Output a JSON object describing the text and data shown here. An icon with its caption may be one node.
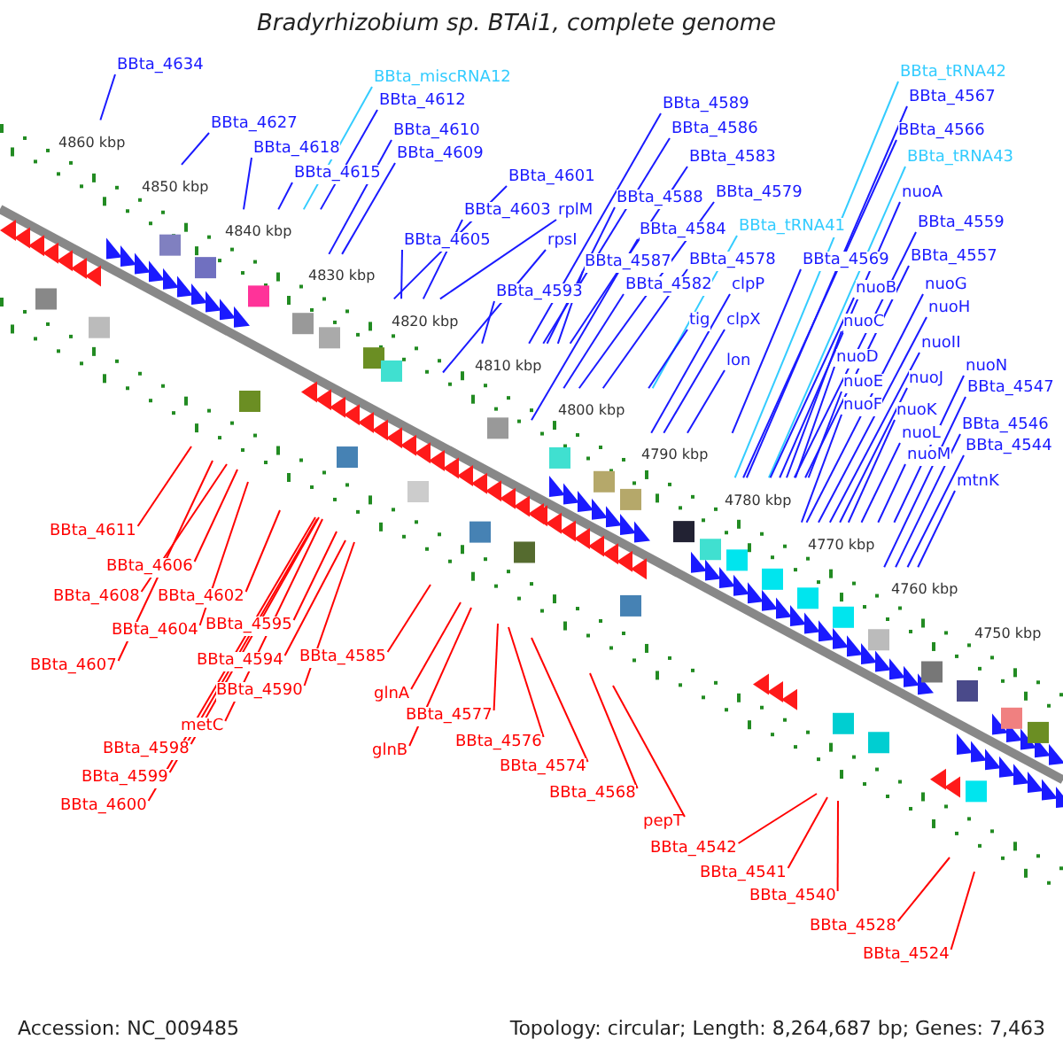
{
  "diagram": {
    "title": "Bradyrhizobium sp. BTAi1, complete genome",
    "nodes": [
      {
        "text": [
          "BBta_4634"
        ]
      },
      {
        "text": [
          "BBta_4627"
        ]
      },
      {
        "text": [
          "BBta_miscRNA12"
        ]
      },
      {
        "text": [
          "BBta_4612"
        ]
      },
      {
        "text": [
          "BBta_4618"
        ]
      },
      {
        "text": [
          "BBta_4610"
        ]
      },
      {
        "text": [
          "BBta_4615"
        ]
      },
      {
        "text": [
          "BBta_4609"
        ]
      },
      {
        "text": [
          "BBta_4601"
        ]
      },
      {
        "text": [
          "BBta_4603"
        ]
      },
      {
        "text": [
          "rplM"
        ]
      },
      {
        "text": [
          "BBta_4605"
        ]
      },
      {
        "text": [
          "rpsI"
        ]
      },
      {
        "text": [
          "BBta_4593"
        ]
      },
      {
        "text": [
          "BBta_4589"
        ]
      },
      {
        "text": [
          "BBta_4586"
        ]
      },
      {
        "text": [
          "BBta_4583"
        ]
      },
      {
        "text": [
          "BBta_4588"
        ]
      },
      {
        "text": [
          "BBta_4579"
        ]
      },
      {
        "text": [
          "BBta_4584"
        ]
      },
      {
        "text": [
          "BBta_tRNA41"
        ]
      },
      {
        "text": [
          "BBta_4587"
        ]
      },
      {
        "text": [
          "BBta_4578"
        ]
      },
      {
        "text": [
          "BBta_4582"
        ]
      },
      {
        "text": [
          "clpP"
        ]
      },
      {
        "text": [
          "tig"
        ]
      },
      {
        "text": [
          "clpX"
        ]
      },
      {
        "text": [
          "lon"
        ]
      },
      {
        "text": [
          "BBta_tRNA42"
        ]
      },
      {
        "text": [
          "BBta_4567"
        ]
      },
      {
        "text": [
          "BBta_4566"
        ]
      },
      {
        "text": [
          "BBta_tRNA43"
        ]
      },
      {
        "text": [
          "nuoA"
        ]
      },
      {
        "text": [
          "BBta_4559"
        ]
      },
      {
        "text": [
          "BBta_4569"
        ]
      },
      {
        "text": [
          "BBta_4557"
        ]
      },
      {
        "text": [
          "nuoB"
        ]
      },
      {
        "text": [
          "nuoG"
        ]
      },
      {
        "text": [
          "nuoC"
        ]
      },
      {
        "text": [
          "nuoH"
        ]
      },
      {
        "text": [
          "nuoII"
        ]
      },
      {
        "text": [
          "nuoD"
        ]
      },
      {
        "text": [
          "nuoJ"
        ]
      },
      {
        "text": [
          "nuoE"
        ]
      },
      {
        "text": [
          "nuoF"
        ]
      },
      {
        "text": [
          "nuoK"
        ]
      },
      {
        "text": [
          "nuoL"
        ]
      },
      {
        "text": [
          "nuoM"
        ]
      },
      {
        "text": [
          "nuoN"
        ]
      },
      {
        "text": [
          "BBta_4547"
        ]
      },
      {
        "text": [
          "BBta_4546"
        ]
      },
      {
        "text": [
          "BBta_4544"
        ]
      },
      {
        "text": [
          "mtnK"
        ]
      },
      {
        "text": [
          "BBta_4611"
        ]
      },
      {
        "text": [
          "BBta_4606"
        ]
      },
      {
        "text": [
          "BBta_4608"
        ]
      },
      {
        "text": [
          "BBta_4602"
        ]
      },
      {
        "text": [
          "BBta_4604"
        ]
      },
      {
        "text": [
          "BBta_4607"
        ]
      },
      {
        "text": [
          "BBta_4595"
        ]
      },
      {
        "text": [
          "BBta_4594"
        ]
      },
      {
        "text": [
          "BBta_4585"
        ]
      },
      {
        "text": [
          "BBta_4590"
        ]
      },
      {
        "text": [
          "glnA"
        ]
      },
      {
        "text": [
          "metC"
        ]
      },
      {
        "text": [
          "BBta_4577"
        ]
      },
      {
        "text": [
          "BBta_4598"
        ]
      },
      {
        "text": [
          "glnB"
        ]
      },
      {
        "text": [
          "BBta_4576"
        ]
      },
      {
        "text": [
          "BBta_4599"
        ]
      },
      {
        "text": [
          "BBta_4574"
        ]
      },
      {
        "text": [
          "BBta_4600"
        ]
      },
      {
        "text": [
          "BBta_4568"
        ]
      },
      {
        "text": [
          "pepT"
        ]
      },
      {
        "text": [
          "BBta_4542"
        ]
      },
      {
        "text": [
          "BBta_4541"
        ]
      },
      {
        "text": [
          "BBta_4540"
        ]
      },
      {
        "text": [
          "BBta_4528"
        ]
      },
      {
        "text": [
          "BBta_4524"
        ]
      }
    ],
    "edges": [
      {
        "from": 0,
        "to": null,
        "arrow": "none"
      },
      {
        "from": 1,
        "to": null,
        "arrow": "none"
      },
      {
        "from": 2,
        "to": null,
        "arrow": "none",
        "color": "#33ccff"
      },
      {
        "from": 3,
        "to": null,
        "arrow": "none"
      },
      {
        "from": 4,
        "to": null,
        "arrow": "none"
      },
      {
        "from": 5,
        "to": null,
        "arrow": "none"
      },
      {
        "from": 6,
        "to": null,
        "arrow": "none"
      },
      {
        "from": 7,
        "to": null,
        "arrow": "none"
      },
      {
        "from": 8,
        "to": null,
        "arrow": "none"
      },
      {
        "from": 9,
        "to": null,
        "arrow": "none"
      },
      {
        "from": 10,
        "to": null,
        "arrow": "none"
      },
      {
        "from": 11,
        "to": null,
        "arrow": "none"
      },
      {
        "from": 12,
        "to": null,
        "arrow": "none"
      },
      {
        "from": 13,
        "to": null,
        "arrow": "none"
      },
      {
        "from": 14,
        "to": null,
        "arrow": "none"
      },
      {
        "from": 15,
        "to": null,
        "arrow": "none"
      },
      {
        "from": 16,
        "to": null,
        "arrow": "none"
      },
      {
        "from": 17,
        "to": null,
        "arrow": "none"
      },
      {
        "from": 18,
        "to": null,
        "arrow": "none"
      },
      {
        "from": 19,
        "to": null,
        "arrow": "none"
      },
      {
        "from": 20,
        "to": null,
        "arrow": "none",
        "color": "#33ccff"
      },
      {
        "from": 21,
        "to": null,
        "arrow": "none"
      },
      {
        "from": 22,
        "to": null,
        "arrow": "none"
      },
      {
        "from": 23,
        "to": null,
        "arrow": "none"
      },
      {
        "from": 24,
        "to": null,
        "arrow": "none"
      },
      {
        "from": 25,
        "to": null,
        "arrow": "none"
      },
      {
        "from": 26,
        "to": null,
        "arrow": "none"
      },
      {
        "from": 27,
        "to": null,
        "arrow": "none"
      },
      {
        "from": 28,
        "to": null,
        "arrow": "none",
        "color": "#33ccff"
      },
      {
        "from": 29,
        "to": null,
        "arrow": "none"
      },
      {
        "from": 30,
        "to": null,
        "arrow": "none"
      },
      {
        "from": 31,
        "to": null,
        "arrow": "none",
        "color": "#33ccff"
      },
      {
        "from": 32,
        "to": null,
        "arrow": "none"
      },
      {
        "from": 33,
        "to": null,
        "arrow": "none"
      },
      {
        "from": 34,
        "to": null,
        "arrow": "none"
      },
      {
        "from": 35,
        "to": null,
        "arrow": "none"
      },
      {
        "from": 36,
        "to": null,
        "arrow": "none"
      },
      {
        "from": 37,
        "to": null,
        "arrow": "none"
      },
      {
        "from": 38,
        "to": null,
        "arrow": "none"
      },
      {
        "from": 39,
        "to": null,
        "arrow": "none"
      },
      {
        "from": 40,
        "to": null,
        "arrow": "none"
      },
      {
        "from": 41,
        "to": null,
        "arrow": "none"
      },
      {
        "from": 42,
        "to": null,
        "arrow": "none"
      },
      {
        "from": 43,
        "to": null,
        "arrow": "none"
      },
      {
        "from": 44,
        "to": null,
        "arrow": "none"
      },
      {
        "from": 45,
        "to": null,
        "arrow": "none"
      },
      {
        "from": 46,
        "to": null,
        "arrow": "none"
      },
      {
        "from": 47,
        "to": null,
        "arrow": "none"
      },
      {
        "from": 48,
        "to": null,
        "arrow": "none"
      },
      {
        "from": 49,
        "to": null,
        "arrow": "none"
      },
      {
        "from": 50,
        "to": null,
        "arrow": "none"
      },
      {
        "from": 51,
        "to": null,
        "arrow": "none"
      },
      {
        "from": 52,
        "to": null,
        "arrow": "none"
      },
      {
        "from": 53,
        "to": null,
        "arrow": "none",
        "color": "#ff0000"
      },
      {
        "from": 54,
        "to": null,
        "arrow": "none",
        "color": "#ff0000"
      },
      {
        "from": 55,
        "to": null,
        "arrow": "none",
        "color": "#ff0000"
      },
      {
        "from": 56,
        "to": null,
        "arrow": "none",
        "color": "#ff0000"
      },
      {
        "from": 57,
        "to": null,
        "arrow": "none",
        "color": "#ff0000"
      },
      {
        "from": 58,
        "to": null,
        "arrow": "none",
        "color": "#ff0000"
      },
      {
        "from": 59,
        "to": null,
        "arrow": "none",
        "color": "#ff0000"
      },
      {
        "from": 60,
        "to": null,
        "arrow": "none",
        "color": "#ff0000"
      },
      {
        "from": 61,
        "to": null,
        "arrow": "none",
        "color": "#ff0000"
      },
      {
        "from": 62,
        "to": null,
        "arrow": "none",
        "color": "#ff0000"
      },
      {
        "from": 63,
        "to": null,
        "arrow": "none",
        "color": "#ff0000"
      },
      {
        "from": 64,
        "to": null,
        "arrow": "none",
        "color": "#ff0000"
      },
      {
        "from": 65,
        "to": null,
        "arrow": "none",
        "color": "#ff0000"
      },
      {
        "from": 66,
        "to": null,
        "arrow": "none",
        "color": "#ff0000"
      },
      {
        "from": 67,
        "to": null,
        "arrow": "none",
        "color": "#ff0000"
      },
      {
        "from": 68,
        "to": null,
        "arrow": "none",
        "color": "#ff0000"
      },
      {
        "from": 69,
        "to": null,
        "arrow": "none",
        "color": "#ff0000"
      },
      {
        "from": 70,
        "to": null,
        "arrow": "none",
        "color": "#ff0000"
      },
      {
        "from": 71,
        "to": null,
        "arrow": "none",
        "color": "#ff0000"
      },
      {
        "from": 72,
        "to": null,
        "arrow": "none",
        "color": "#ff0000"
      },
      {
        "from": 73,
        "to": null,
        "arrow": "none",
        "color": "#ff0000"
      },
      {
        "from": 74,
        "to": null,
        "arrow": "none",
        "color": "#ff0000"
      },
      {
        "from": 75,
        "to": null,
        "arrow": "none",
        "color": "#ff0000"
      },
      {
        "from": 76,
        "to": null,
        "arrow": "none",
        "color": "#ff0000"
      },
      {
        "from": 77,
        "to": null,
        "arrow": "none",
        "color": "#ff0000"
      },
      {
        "from": 78,
        "to": null,
        "arrow": "none",
        "color": "#ff0000"
      }
    ],
    "labels": [
      "4860 kbp",
      "4850 kbp",
      "4840 kbp",
      "4830 kbp",
      "4820 kbp",
      "4810 kbp",
      "4800 kbp",
      "4790 kbp",
      "4780 kbp",
      "4770 kbp",
      "4760 kbp",
      "4750 kbp",
      "Accession: NC_009485",
      "Topology: circular; Length: 8,264,687 bp; Genes: 7,463"
    ]
  }
}
